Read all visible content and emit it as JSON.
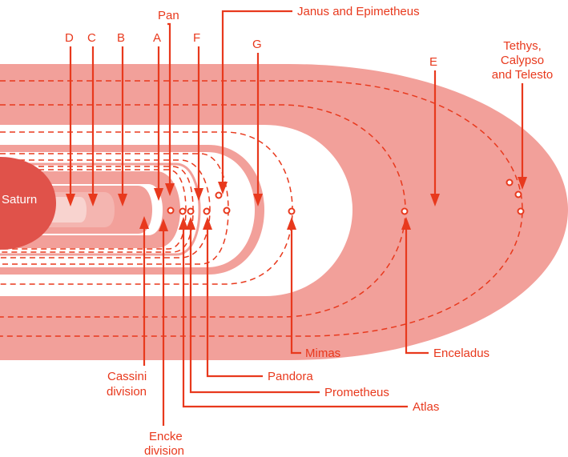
{
  "planet": {
    "name": "Saturn"
  },
  "rings": {
    "d": "D",
    "c": "C",
    "b": "B",
    "a": "A",
    "f": "F",
    "g": "G",
    "e": "E"
  },
  "moons": {
    "pan": "Pan",
    "janus_epimetheus": "Janus and Epimetheus",
    "tethys_line1": "Tethys,",
    "tethys_line2": "Calypso",
    "tethys_line3": "and Telesto",
    "mimas": "Mimas",
    "enceladus": "Enceladus",
    "pandora": "Pandora",
    "prometheus": "Prometheus",
    "atlas": "Atlas"
  },
  "divisions": {
    "cassini_line1": "Cassini",
    "cassini_line2": "division",
    "encke_line1": "Encke",
    "encke_line2": "division"
  },
  "colors": {
    "accent": "#e8391d",
    "ring_fill": "#f2a09a",
    "ring_light": "#f6c6c1",
    "saturn": "#e0524a"
  }
}
